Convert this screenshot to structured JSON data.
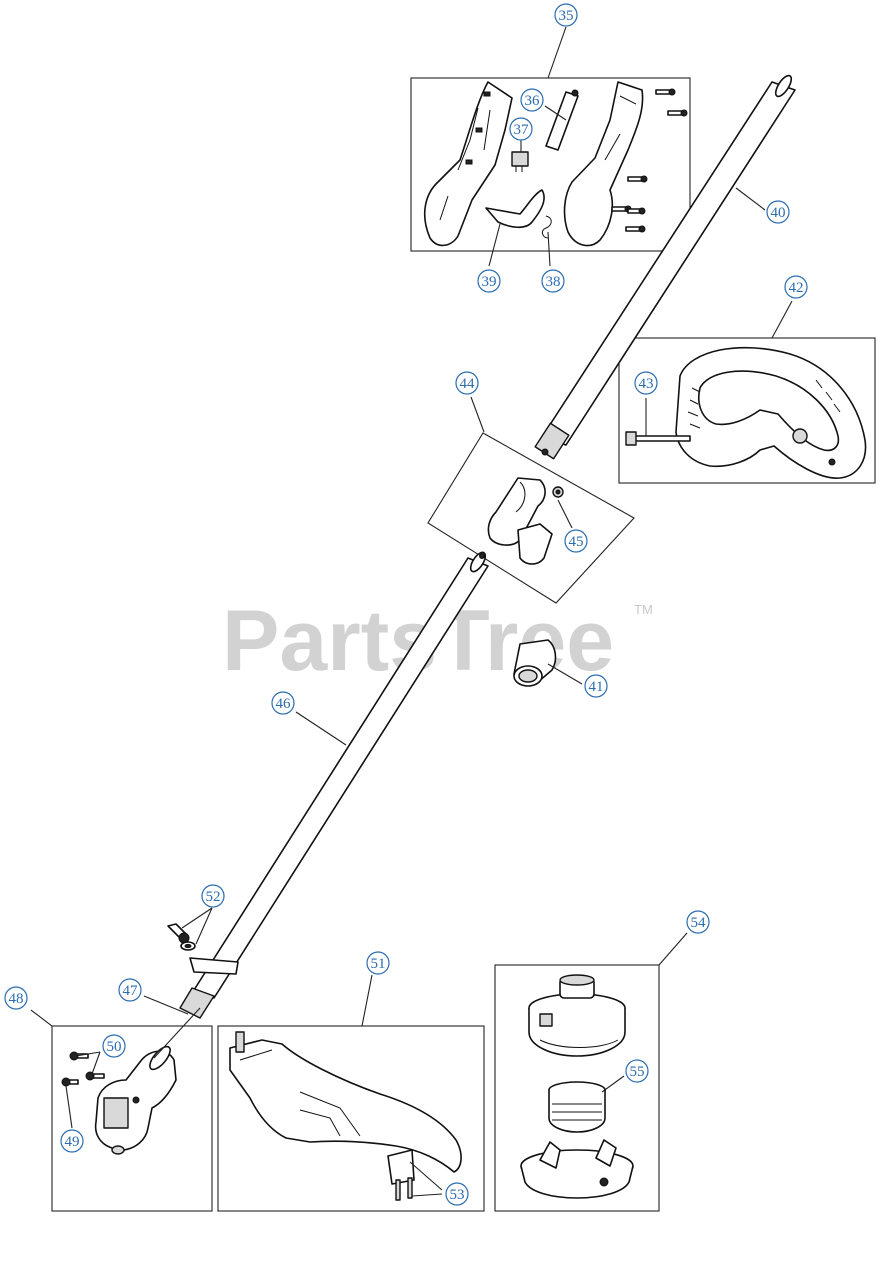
{
  "watermark": {
    "text": "PartsTree",
    "tm": "TM"
  },
  "callouts": {
    "c35": "35",
    "c36": "36",
    "c37": "37",
    "c38": "38",
    "c39": "39",
    "c40": "40",
    "c41": "41",
    "c42": "42",
    "c43": "43",
    "c44": "44",
    "c45": "45",
    "c46": "46",
    "c47": "47",
    "c48": "48",
    "c49": "49",
    "c50": "50",
    "c51": "51",
    "c52": "52",
    "c53": "53",
    "c54": "54",
    "c55": "55"
  },
  "colors": {
    "callout": "#2b6cb0",
    "line": "#111111",
    "watermark": "#d2d2d2"
  }
}
